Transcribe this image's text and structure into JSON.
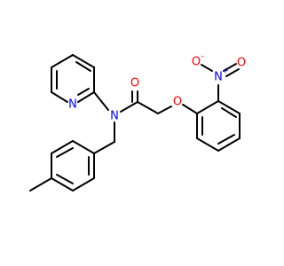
{
  "molecule": {
    "atoms": {
      "carbonyl_o": {
        "symbol": "O",
        "color": "#ff0000"
      },
      "amide_n": {
        "symbol": "N",
        "color": "#0000ff"
      },
      "ether_o": {
        "symbol": "O",
        "color": "#ff0000"
      },
      "pyridine_n": {
        "symbol": "N",
        "color": "#0000ff"
      },
      "nitro_n": {
        "symbol": "N",
        "charge": "+",
        "color": "#0000ff"
      },
      "nitro_o1": {
        "symbol": "O",
        "charge": "-",
        "color": "#ff0000"
      },
      "nitro_o2": {
        "symbol": "O",
        "color": "#ff0000"
      }
    },
    "bond_color": "#000000"
  }
}
